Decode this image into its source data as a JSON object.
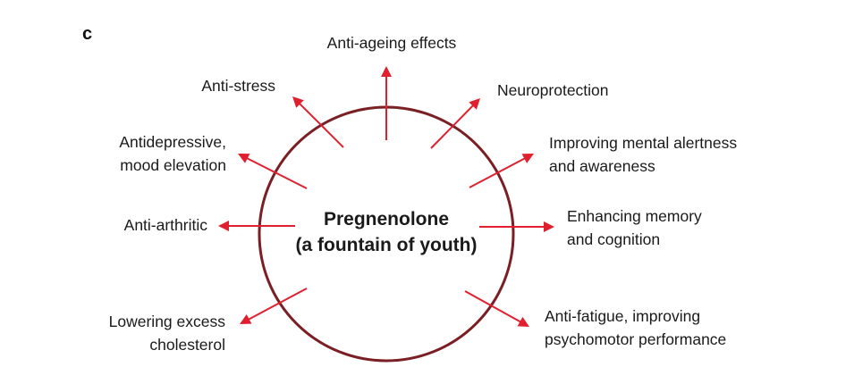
{
  "panel_label": "c",
  "center": {
    "line1": "Pregnenolone",
    "line2": "(a fountain of youth)"
  },
  "colors": {
    "circle": "#7a1f24",
    "arrow": "#e0202e",
    "text": "#1a1a1a"
  },
  "effects": [
    {
      "id": "anti-ageing",
      "lines": [
        "Anti-ageing effects"
      ]
    },
    {
      "id": "neuroprotection",
      "lines": [
        "Neuroprotection"
      ]
    },
    {
      "id": "mental-alertness",
      "lines": [
        "Improving mental alertness",
        "and awareness"
      ]
    },
    {
      "id": "memory-cognition",
      "lines": [
        "Enhancing memory",
        "and cognition"
      ]
    },
    {
      "id": "anti-fatigue",
      "lines": [
        "Anti-fatigue, improving",
        "psychomotor performance"
      ]
    },
    {
      "id": "cholesterol",
      "lines": [
        "Lowering excess",
        "cholesterol"
      ]
    },
    {
      "id": "anti-arthritic",
      "lines": [
        "Anti-arthritic"
      ]
    },
    {
      "id": "antidepressive",
      "lines": [
        "Antidepressive,",
        "mood elevation"
      ]
    },
    {
      "id": "anti-stress",
      "lines": [
        "Anti-stress"
      ]
    }
  ]
}
